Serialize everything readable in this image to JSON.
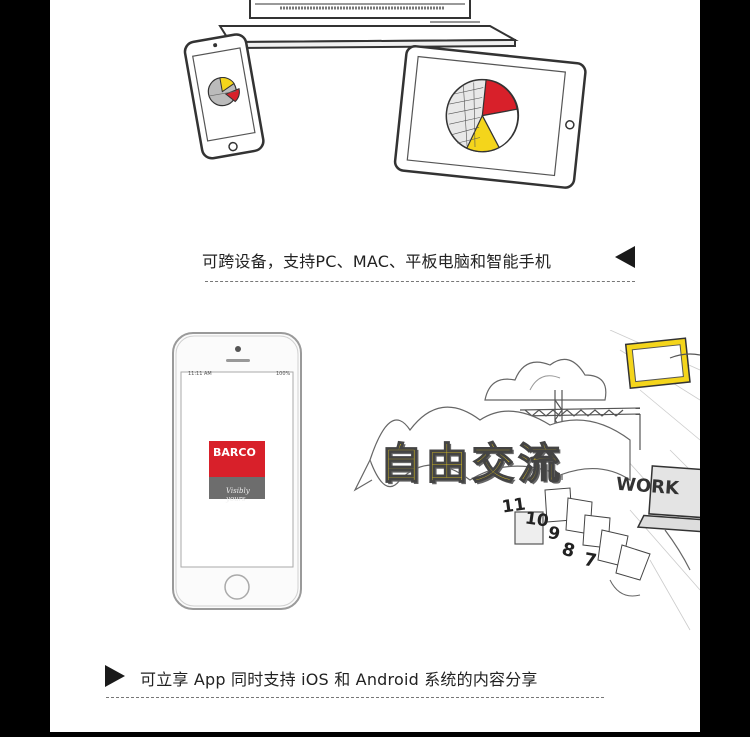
{
  "section1": {
    "caption": "可跨设备，支持PC、MAC、平板电脑和智能手机"
  },
  "section2": {
    "banner": "自由交流",
    "phone_status_time": "11:11 AM",
    "phone_status_battery": "100%",
    "app_brand": "BARCO",
    "app_tagline": "Visibly yours",
    "work_sign": "WORK",
    "calendar_numbers": [
      "11",
      "10",
      "9",
      "8",
      "7"
    ],
    "caption": "可立享 App  同时支持 iOS  和 Android  系统的内容分享"
  },
  "colors": {
    "accent_yellow": "#f4d51b",
    "accent_red": "#d8202a",
    "brand_red": "#d8202a",
    "brand_gray": "#6d6d6d"
  }
}
